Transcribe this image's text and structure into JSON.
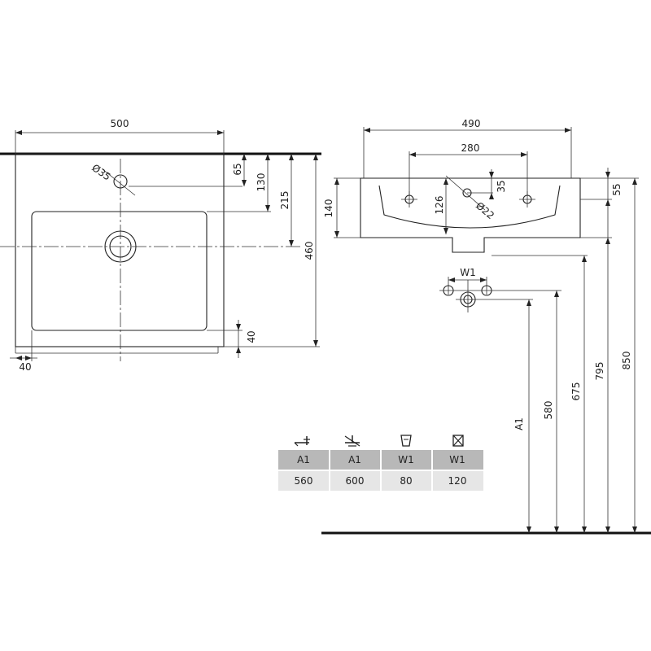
{
  "plan_view": {
    "width": "500",
    "depth": "460",
    "tap_hole_diameter": "Ø35",
    "dim_65": "65",
    "dim_130": "130",
    "dim_215": "215",
    "dim_rim_bottom": "40",
    "dim_rim_left": "40"
  },
  "front_view": {
    "width": "490",
    "hole_spacing": "280",
    "height": "140",
    "inner_depth": "126",
    "drain_diameter": "Ø22",
    "dim_35": "35",
    "dim_55": "55",
    "w1_label": "W1"
  },
  "heights": {
    "a1_label": "A1",
    "h580": "580",
    "h675": "675",
    "h795": "795",
    "h850": "850"
  },
  "install_table": {
    "header": [
      "A1",
      "A1",
      "W1",
      "W1"
    ],
    "values": [
      "560",
      "600",
      "80",
      "120"
    ],
    "icons": [
      "wall-tap-icon",
      "siphon-icon",
      "basin-icon",
      "no-siphon-icon"
    ]
  },
  "colors": {
    "table_header_bg": "#b8b8b8",
    "table_value_bg": "#e6e6e6",
    "line": "#222222"
  }
}
